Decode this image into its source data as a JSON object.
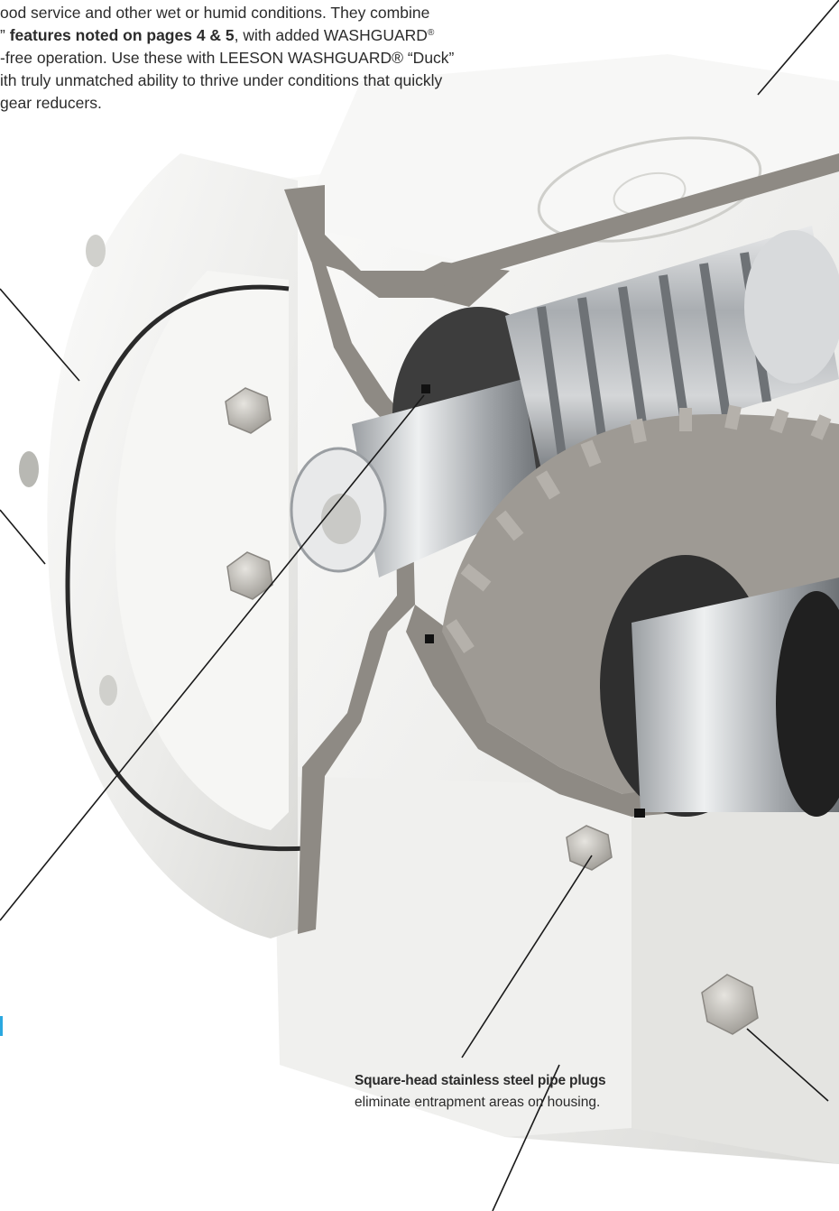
{
  "intro": {
    "line1": "ood service and other wet or humid conditions. They combine",
    "line2_prefix": "” ",
    "line2_bold": "features noted on pages 4 & 5",
    "line2_rest": ", with added WASHGUARD",
    "line3": "-free operation. Use these with LEESON WASHGUARD® “Duck”",
    "line4": "ith truly unmatched ability to thrive under conditions that quickly",
    "line5": " gear reducers.",
    "registered_mark": "®"
  },
  "caption": {
    "title": "Square-head stainless steel pipe plugs",
    "body": "eliminate entrapment areas on housing."
  },
  "colors": {
    "body_text": "#2b2b2b",
    "housing_white": "#f2f2f0",
    "cutaway_gray": "#8e8a84",
    "steel": "#b9bcbf",
    "leader_line": "#1a1a1a"
  }
}
